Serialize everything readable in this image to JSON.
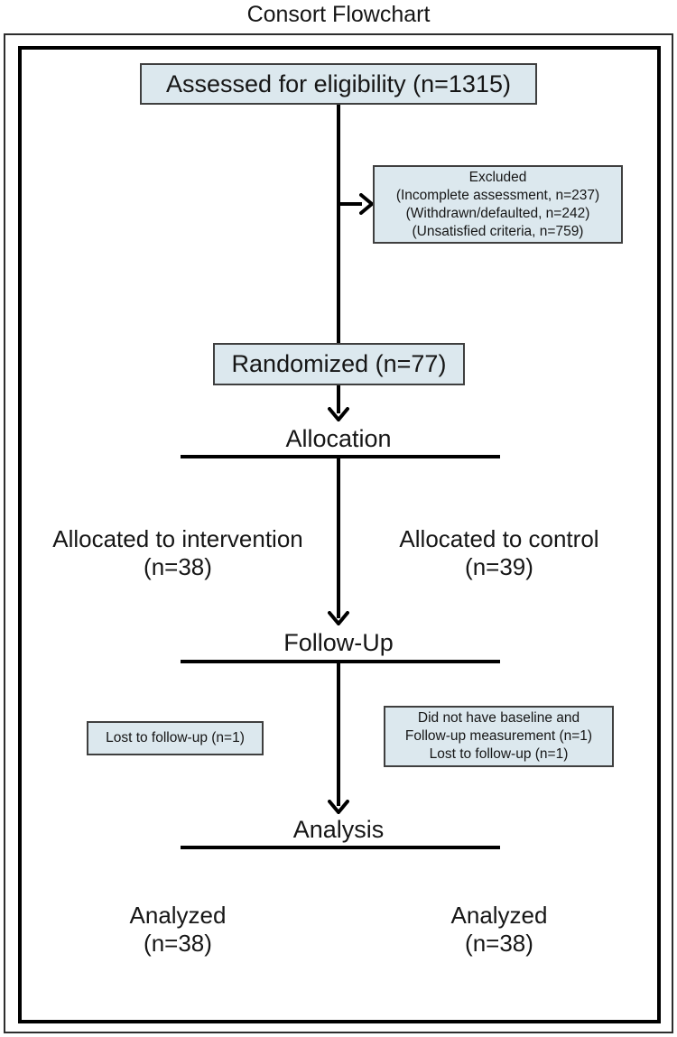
{
  "title": "Consort Flowchart",
  "boxes": {
    "assessed": {
      "label": "Assessed for eligibility (n=1315)"
    },
    "excluded": {
      "title": "Excluded",
      "lines": [
        "(Incomplete assessment, n=237)",
        "(Withdrawn/defaulted, n=242)",
        "(Unsatisfied criteria, n=759)"
      ]
    },
    "randomized": {
      "label": "Randomized (n=77)"
    },
    "lost_left": {
      "label": "Lost to follow-up (n=1)"
    },
    "lost_right": {
      "lines": [
        "Did not have baseline and",
        "Follow-up measurement (n=1)",
        "Lost to follow-up (n=1)"
      ]
    }
  },
  "sections": {
    "allocation": "Allocation",
    "followup": "Follow-Up",
    "analysis": "Analysis"
  },
  "labels": {
    "alloc_left": {
      "line1": "Allocated to intervention",
      "line2": "(n=38)"
    },
    "alloc_right": {
      "line1": "Allocated to control",
      "line2": "(n=39)"
    },
    "analyzed_left": {
      "line1": "Analyzed",
      "line2": "(n=38)"
    },
    "analyzed_right": {
      "line1": "Analyzed",
      "line2": "(n=38)"
    }
  },
  "colors": {
    "box_fill": "#dce8ee",
    "box_border": "#3f3f3f",
    "line": "#000000",
    "text": "#161616"
  }
}
